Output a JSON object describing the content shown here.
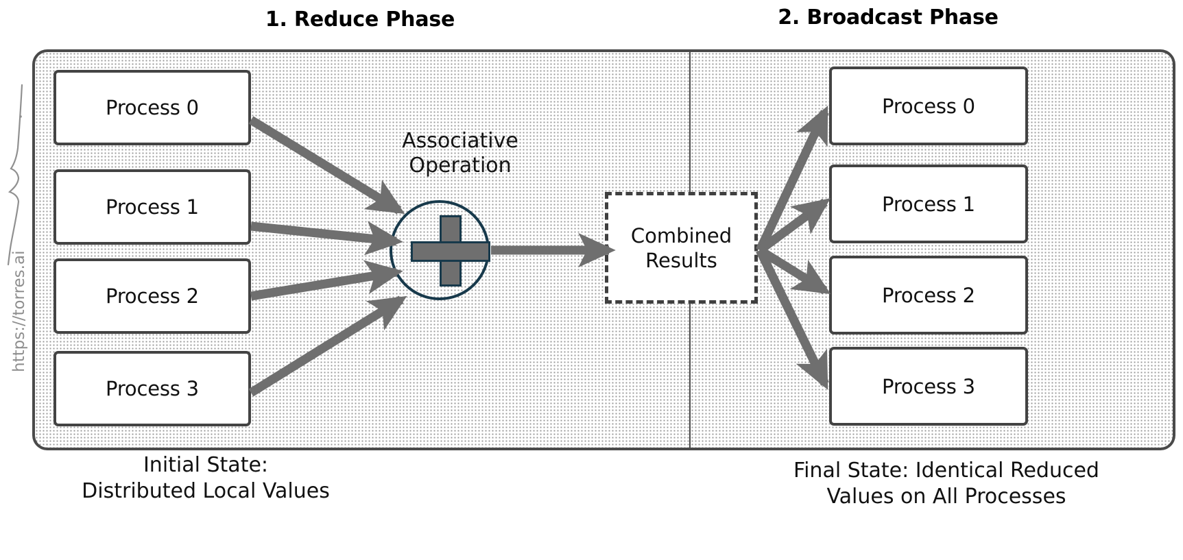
{
  "diagram": {
    "kind": "allreduce-collective-operation",
    "phases": [
      {
        "title": "1. Reduce Phase"
      },
      {
        "title": "2. Broadcast Phase"
      }
    ],
    "reduce_phase": {
      "processes": [
        "Process 0",
        "Process 1",
        "Process 2",
        "Process 3"
      ],
      "operator_label_line1": "Associative",
      "operator_label_line2": "Operation",
      "operator_symbol": "plus-icon",
      "caption_line1": "Initial State:",
      "caption_line2": "Distributed Local Values"
    },
    "combined": {
      "line1": "Combined",
      "line2": "Results"
    },
    "broadcast_phase": {
      "processes": [
        "Process 0",
        "Process 1",
        "Process 2",
        "Process 3"
      ],
      "caption_line1": "Final State: Identical Reduced",
      "caption_line2": "Values on All Processes"
    },
    "watermark": "https://torres.ai",
    "colors": {
      "panel_border": "#4a4a4a",
      "panel_dot": "#9a9a9a",
      "box_border": "#434343",
      "arrow": "#6f6f6f",
      "circle_stroke": "#17394b",
      "plus_fill": "#6f6f6f",
      "dashed_border": "#3f3f3f",
      "text": "#111111",
      "watermark": "#8f8f8f"
    }
  }
}
